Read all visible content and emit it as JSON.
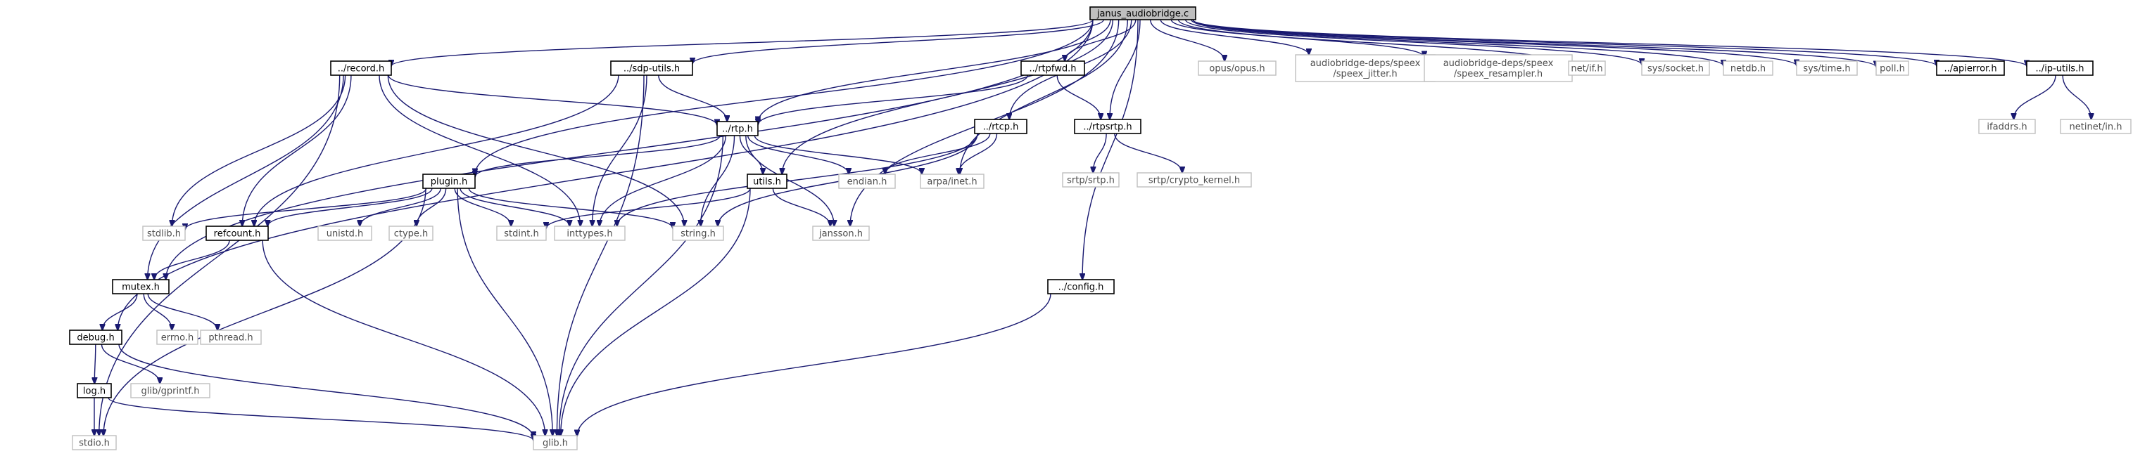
{
  "nodes": [
    {
      "id": "root",
      "kind": "root",
      "lines": [
        "janus_audiobridge.c"
      ]
    },
    {
      "id": "record",
      "kind": "local",
      "lines": [
        "../record.h"
      ]
    },
    {
      "id": "sdputils",
      "kind": "local",
      "lines": [
        "../sdp-utils.h"
      ]
    },
    {
      "id": "rtpfwd",
      "kind": "local",
      "lines": [
        "../rtpfwd.h"
      ]
    },
    {
      "id": "opus",
      "kind": "ext",
      "lines": [
        "opus/opus.h"
      ]
    },
    {
      "id": "speexjitter",
      "kind": "ext",
      "lines": [
        "audiobridge-deps/speex",
        "/speex_jitter.h"
      ]
    },
    {
      "id": "speexresampler",
      "kind": "ext",
      "lines": [
        "audiobridge-deps/speex",
        "/speex_resampler.h"
      ]
    },
    {
      "id": "netif",
      "kind": "ext",
      "lines": [
        "net/if.h"
      ]
    },
    {
      "id": "syssocket",
      "kind": "ext",
      "lines": [
        "sys/socket.h"
      ]
    },
    {
      "id": "netdb",
      "kind": "ext",
      "lines": [
        "netdb.h"
      ]
    },
    {
      "id": "systime",
      "kind": "ext",
      "lines": [
        "sys/time.h"
      ]
    },
    {
      "id": "poll",
      "kind": "ext",
      "lines": [
        "poll.h"
      ]
    },
    {
      "id": "apierror",
      "kind": "local",
      "lines": [
        "../apierror.h"
      ]
    },
    {
      "id": "iputils",
      "kind": "local",
      "lines": [
        "../ip-utils.h"
      ]
    },
    {
      "id": "ifaddrs",
      "kind": "ext",
      "lines": [
        "ifaddrs.h"
      ]
    },
    {
      "id": "netinet",
      "kind": "ext",
      "lines": [
        "netinet/in.h"
      ]
    },
    {
      "id": "rtp",
      "kind": "local",
      "lines": [
        "../rtp.h"
      ]
    },
    {
      "id": "rtcp",
      "kind": "local",
      "lines": [
        "../rtcp.h"
      ]
    },
    {
      "id": "rtpsrtp",
      "kind": "local",
      "lines": [
        "../rtpsrtp.h"
      ]
    },
    {
      "id": "srtp",
      "kind": "ext",
      "lines": [
        "srtp/srtp.h"
      ]
    },
    {
      "id": "crypto",
      "kind": "ext",
      "lines": [
        "srtp/crypto_kernel.h"
      ]
    },
    {
      "id": "plugin",
      "kind": "local",
      "lines": [
        "plugin.h"
      ]
    },
    {
      "id": "utils",
      "kind": "local",
      "lines": [
        "utils.h"
      ]
    },
    {
      "id": "endian",
      "kind": "ext",
      "lines": [
        "endian.h"
      ]
    },
    {
      "id": "arpainet",
      "kind": "ext",
      "lines": [
        "arpa/inet.h"
      ]
    },
    {
      "id": "stdlib",
      "kind": "ext",
      "lines": [
        "stdlib.h"
      ]
    },
    {
      "id": "refcount",
      "kind": "local",
      "lines": [
        "refcount.h"
      ]
    },
    {
      "id": "unistd",
      "kind": "ext",
      "lines": [
        "unistd.h"
      ]
    },
    {
      "id": "ctype",
      "kind": "ext",
      "lines": [
        "ctype.h"
      ]
    },
    {
      "id": "stdint",
      "kind": "ext",
      "lines": [
        "stdint.h"
      ]
    },
    {
      "id": "inttypes",
      "kind": "ext",
      "lines": [
        "inttypes.h"
      ]
    },
    {
      "id": "string",
      "kind": "ext",
      "lines": [
        "string.h"
      ]
    },
    {
      "id": "jansson",
      "kind": "ext",
      "lines": [
        "jansson.h"
      ]
    },
    {
      "id": "config",
      "kind": "local",
      "lines": [
        "../config.h"
      ]
    },
    {
      "id": "mutex",
      "kind": "local",
      "lines": [
        "mutex.h"
      ]
    },
    {
      "id": "errno",
      "kind": "ext",
      "lines": [
        "errno.h"
      ]
    },
    {
      "id": "pthread",
      "kind": "ext",
      "lines": [
        "pthread.h"
      ]
    },
    {
      "id": "debug",
      "kind": "local",
      "lines": [
        "debug.h"
      ]
    },
    {
      "id": "log",
      "kind": "local",
      "lines": [
        "log.h"
      ]
    },
    {
      "id": "gprintf",
      "kind": "ext",
      "lines": [
        "glib/gprintf.h"
      ]
    },
    {
      "id": "stdio",
      "kind": "ext",
      "lines": [
        "stdio.h"
      ]
    },
    {
      "id": "glib",
      "kind": "ext",
      "lines": [
        "glib.h"
      ]
    }
  ],
  "edges": [
    [
      "root",
      "record"
    ],
    [
      "root",
      "sdputils"
    ],
    [
      "root",
      "rtpfwd"
    ],
    [
      "root",
      "opus"
    ],
    [
      "root",
      "speexjitter"
    ],
    [
      "root",
      "speexresampler"
    ],
    [
      "root",
      "netif"
    ],
    [
      "root",
      "syssocket"
    ],
    [
      "root",
      "netdb"
    ],
    [
      "root",
      "systime"
    ],
    [
      "root",
      "poll"
    ],
    [
      "root",
      "apierror"
    ],
    [
      "root",
      "iputils"
    ],
    [
      "root",
      "rtp"
    ],
    [
      "root",
      "rtcp"
    ],
    [
      "root",
      "rtpsrtp"
    ],
    [
      "root",
      "plugin"
    ],
    [
      "root",
      "utils"
    ],
    [
      "root",
      "arpainet"
    ],
    [
      "root",
      "jansson"
    ],
    [
      "root",
      "config"
    ],
    [
      "root",
      "mutex"
    ],
    [
      "root",
      "debug"
    ],
    [
      "iputils",
      "ifaddrs"
    ],
    [
      "iputils",
      "netinet"
    ],
    [
      "record",
      "rtp"
    ],
    [
      "record",
      "stdlib"
    ],
    [
      "record",
      "refcount"
    ],
    [
      "record",
      "inttypes"
    ],
    [
      "record",
      "string"
    ],
    [
      "record",
      "mutex"
    ],
    [
      "record",
      "stdio"
    ],
    [
      "sdputils",
      "rtp"
    ],
    [
      "sdputils",
      "refcount"
    ],
    [
      "sdputils",
      "inttypes"
    ],
    [
      "sdputils",
      "glib"
    ],
    [
      "rtpfwd",
      "rtp"
    ],
    [
      "rtpfwd",
      "rtpsrtp"
    ],
    [
      "rtp",
      "plugin"
    ],
    [
      "rtp",
      "utils"
    ],
    [
      "rtp",
      "endian"
    ],
    [
      "rtp",
      "arpainet"
    ],
    [
      "rtp",
      "inttypes"
    ],
    [
      "rtp",
      "string"
    ],
    [
      "rtp",
      "jansson"
    ],
    [
      "rtp",
      "glib"
    ],
    [
      "rtcp",
      "endian"
    ],
    [
      "rtcp",
      "arpainet"
    ],
    [
      "rtcp",
      "inttypes"
    ],
    [
      "rtcp",
      "string"
    ],
    [
      "rtpsrtp",
      "srtp"
    ],
    [
      "rtpsrtp",
      "crypto"
    ],
    [
      "plugin",
      "stdlib"
    ],
    [
      "plugin",
      "refcount"
    ],
    [
      "plugin",
      "unistd"
    ],
    [
      "plugin",
      "ctype"
    ],
    [
      "plugin",
      "stdint"
    ],
    [
      "plugin",
      "inttypes"
    ],
    [
      "plugin",
      "string"
    ],
    [
      "plugin",
      "glib"
    ],
    [
      "plugin",
      "stdio"
    ],
    [
      "utils",
      "stdint"
    ],
    [
      "utils",
      "jansson"
    ],
    [
      "utils",
      "glib"
    ],
    [
      "refcount",
      "mutex"
    ],
    [
      "refcount",
      "glib"
    ],
    [
      "config",
      "glib"
    ],
    [
      "mutex",
      "debug"
    ],
    [
      "mutex",
      "errno"
    ],
    [
      "mutex",
      "pthread"
    ],
    [
      "debug",
      "log"
    ],
    [
      "debug",
      "gprintf"
    ],
    [
      "debug",
      "glib"
    ],
    [
      "log",
      "stdio"
    ],
    [
      "log",
      "glib"
    ]
  ]
}
